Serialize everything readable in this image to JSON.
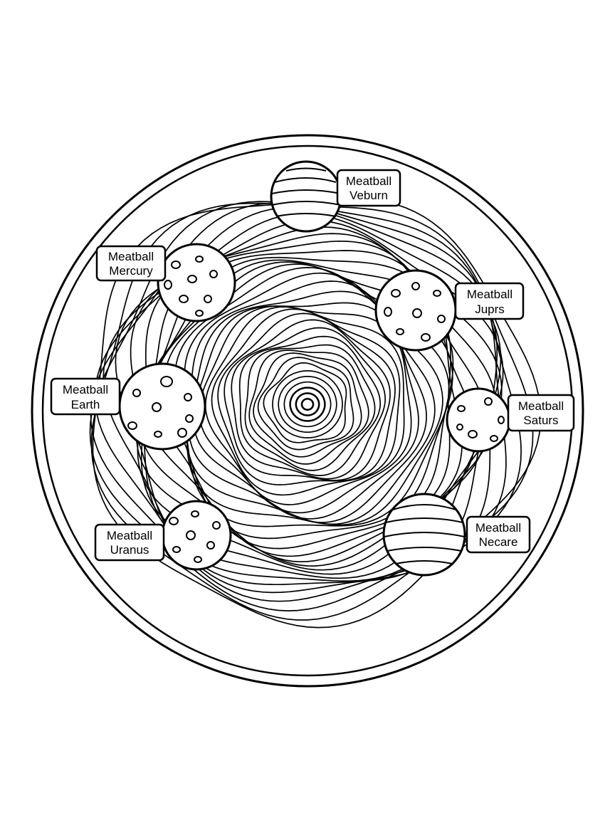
{
  "colors": {
    "ink": "#000000",
    "paper": "#ffffff"
  },
  "meatballs": [
    {
      "id": "venurn",
      "style": "striped",
      "line1": "Meatball",
      "line2": "Veburn"
    },
    {
      "id": "mercury",
      "style": "spotted",
      "line1": "Meatball",
      "line2": "Mercury"
    },
    {
      "id": "jupiter",
      "style": "spotted",
      "line1": "Meatball",
      "line2": "Juprs"
    },
    {
      "id": "earth",
      "style": "spotted",
      "line1": "Meatball",
      "line2": "Earth"
    },
    {
      "id": "saturn",
      "style": "spotted",
      "line1": "Meatball",
      "line2": "Saturs"
    },
    {
      "id": "uranus",
      "style": "spotted",
      "line1": "Meatball",
      "line2": "Uranus"
    },
    {
      "id": "neptune",
      "style": "striped",
      "line1": "Meatball",
      "line2": "Necare"
    }
  ]
}
